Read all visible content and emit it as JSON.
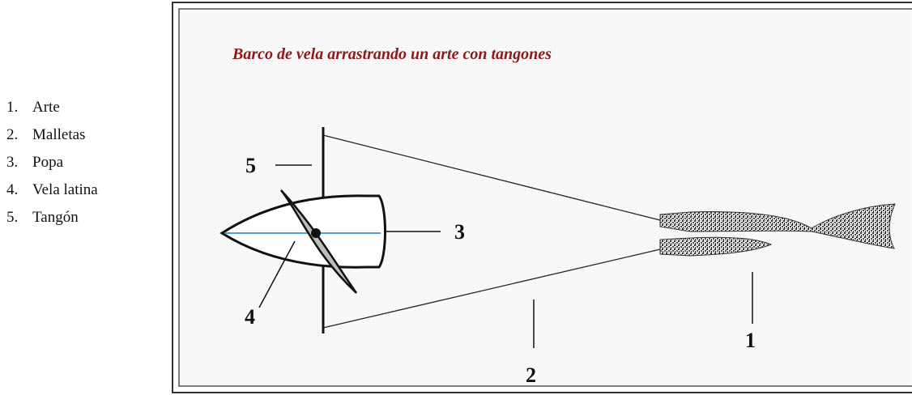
{
  "legend": [
    {
      "number": "1.",
      "label": "Arte"
    },
    {
      "number": "2.",
      "label": "Malletas"
    },
    {
      "number": "3.",
      "label": "Popa"
    },
    {
      "number": "4.",
      "label": "Vela latina"
    },
    {
      "number": "5.",
      "label": "Tangón"
    }
  ],
  "diagram": {
    "title": "Barco de vela arrastrando un arte con tangones",
    "callouts": {
      "net": "1",
      "warps": "2",
      "stern": "3",
      "sail": "4",
      "boom": "5"
    }
  },
  "colors": {
    "title": "#8b1a1a",
    "keel_line": "#4aa3c7",
    "sail_fill": "#bdbdbd",
    "frame_border": "#333333",
    "net_texture": "#3a3a3a"
  }
}
